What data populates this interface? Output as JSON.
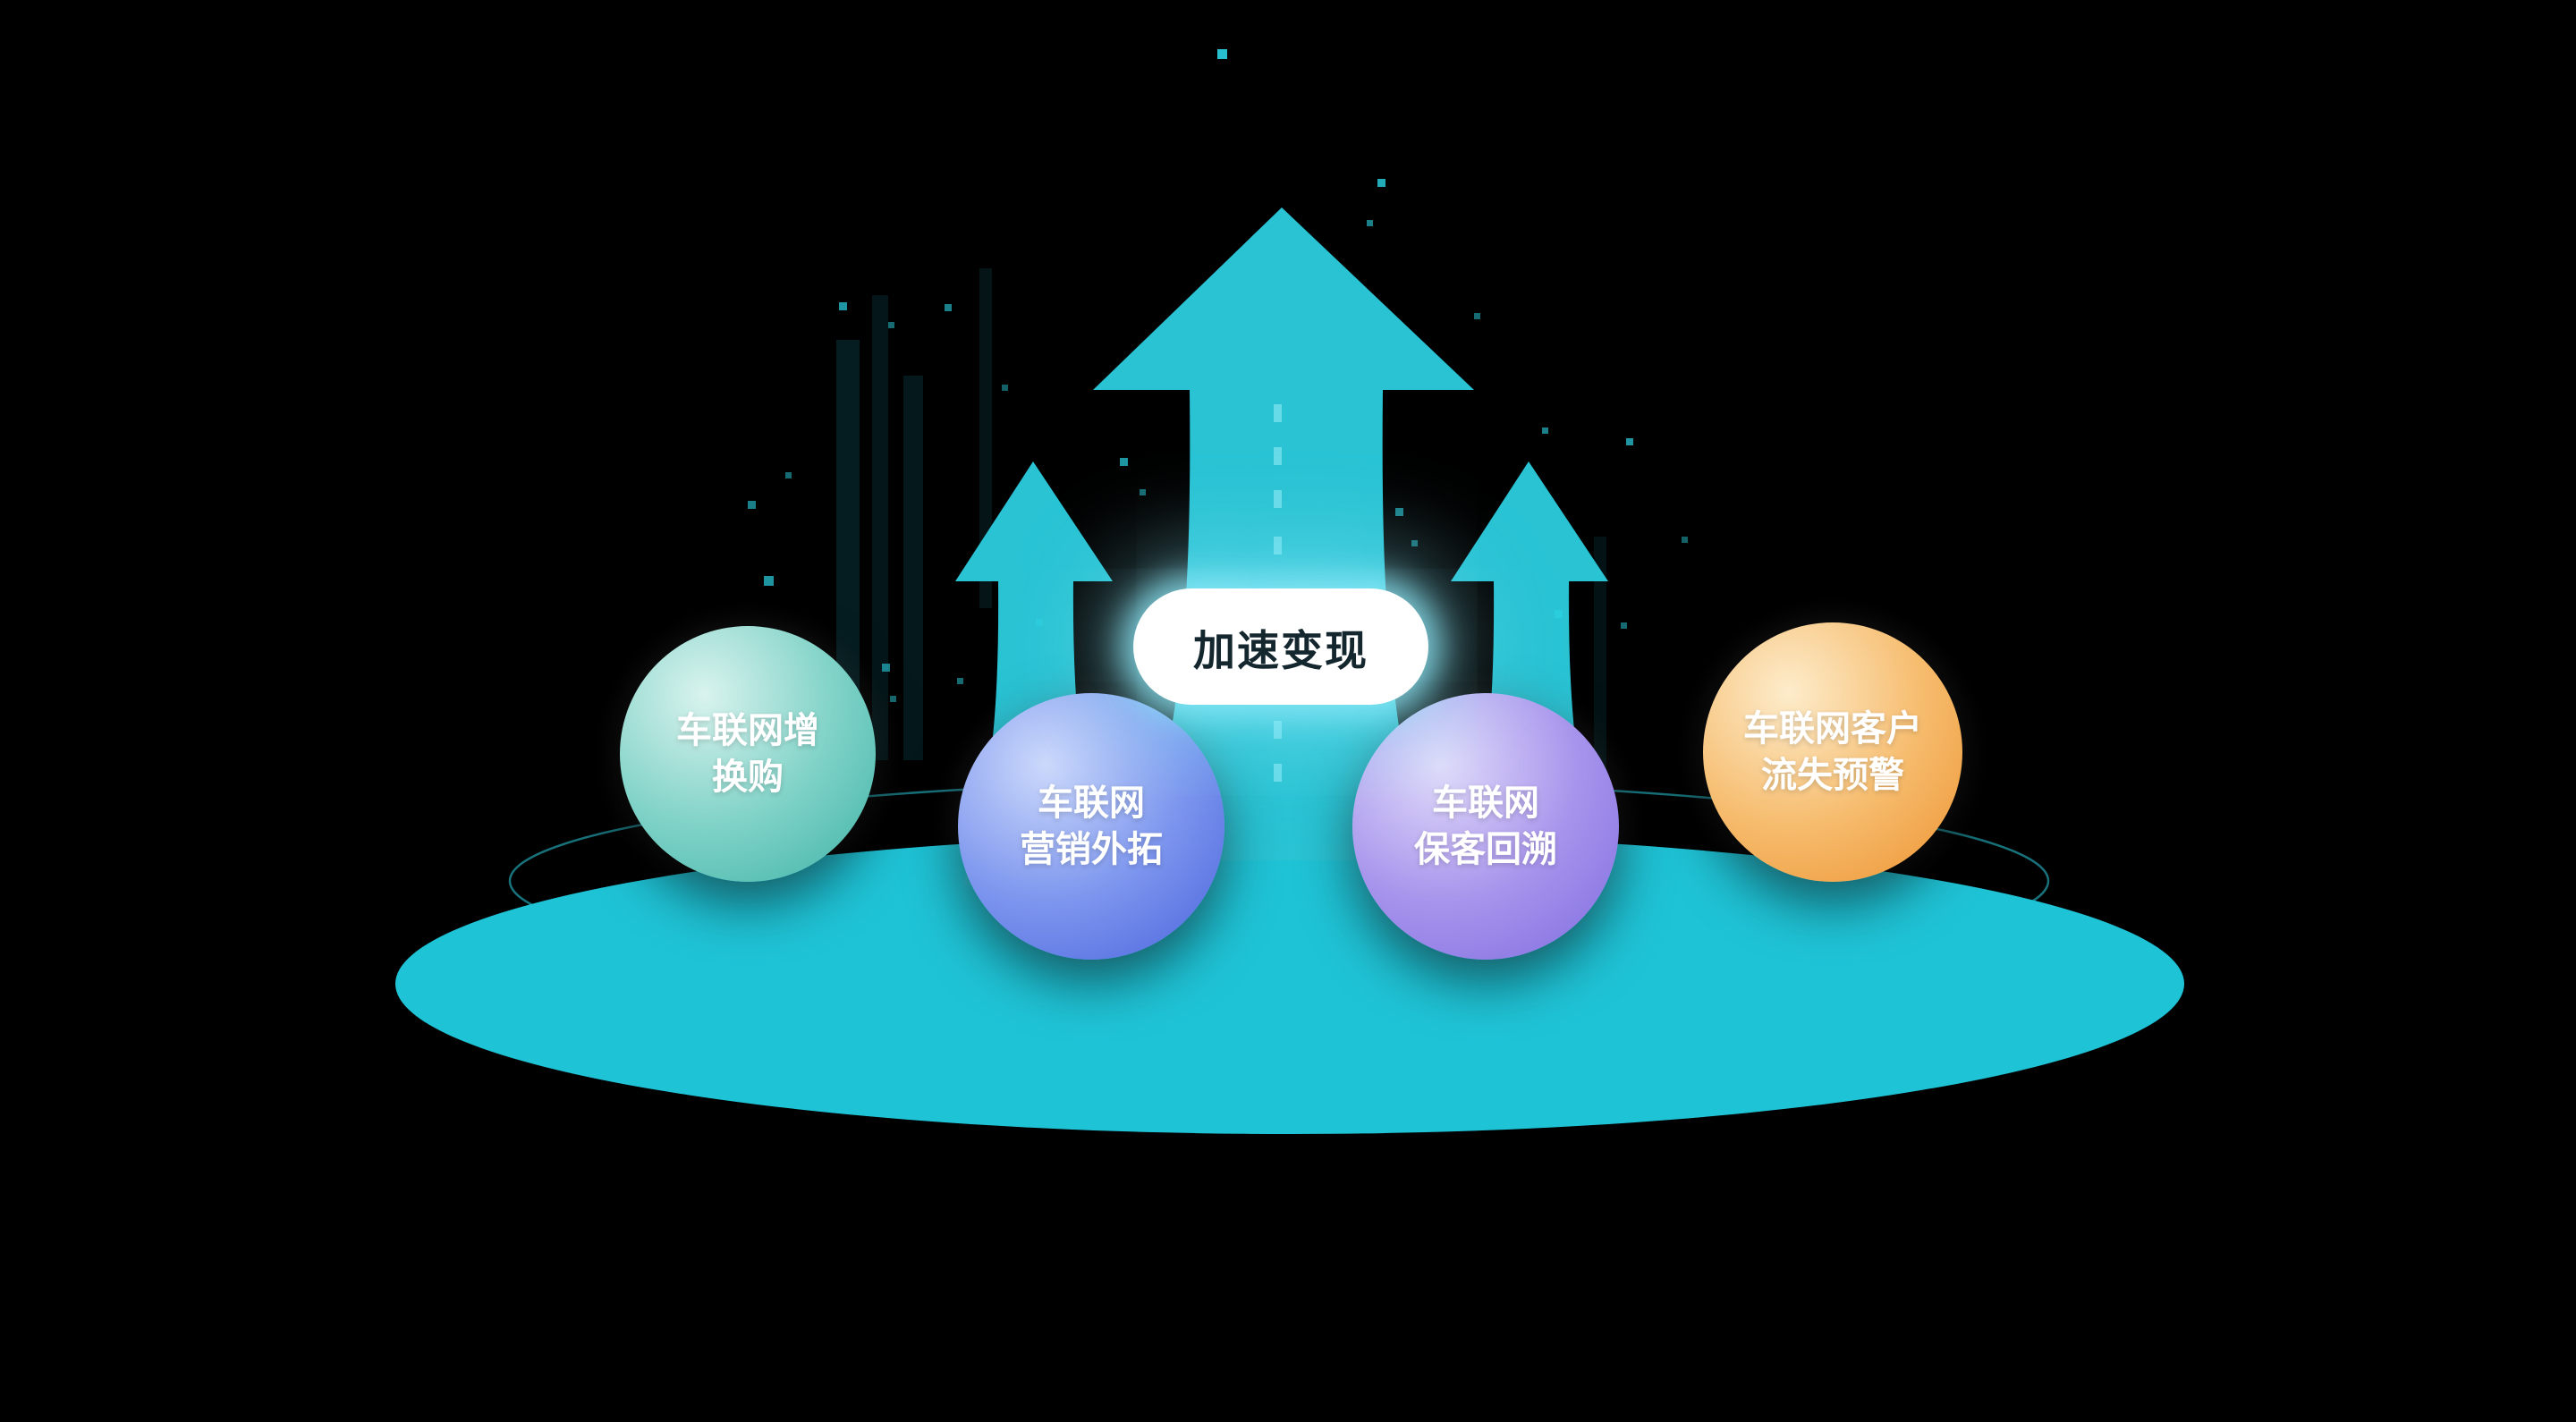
{
  "scene": {
    "background": "#000000",
    "platform_color": "#1fc3d6",
    "ring_color": "#2bd0e0",
    "arrow_color": "#29c3d4",
    "dot_color": "#2bd4e4",
    "shaft_dash_color": "#9beef7",
    "silhouette_color": "#15707e"
  },
  "center_label": {
    "text": "加速变现",
    "text_color": "#14262e",
    "bg_color": "#ffffff",
    "glow_color": "#8ee9f7"
  },
  "spheres": [
    {
      "name": "iov-trade-in",
      "line1": "车联网增",
      "line2": "换购",
      "text_color": "#ffffff",
      "color_light": "#d9f3ee",
      "color_mid": "#7fd2c7",
      "color_dark": "#3fb3a7"
    },
    {
      "name": "iov-outbound-marketing",
      "line1": "车联网",
      "line2": "营销外拓",
      "text_color": "#ffffff",
      "color_light": "#ccd9fb",
      "color_mid": "#7d96ee",
      "color_dark": "#4a63dd"
    },
    {
      "name": "iov-customer-retention",
      "line1": "车联网",
      "line2": "保客回溯",
      "text_color": "#ffffff",
      "color_light": "#e2dcfa",
      "color_mid": "#a794ec",
      "color_dark": "#7f6ce0"
    },
    {
      "name": "iov-churn-warning",
      "line1": "车联网客户",
      "line2": "流失预警",
      "text_color": "#ffffff",
      "color_light": "#fdeccb",
      "color_mid": "#f6bc6e",
      "color_dark": "#ee9330"
    }
  ]
}
